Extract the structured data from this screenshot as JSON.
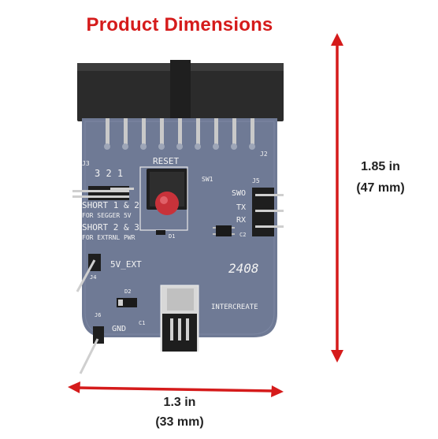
{
  "title": "Product Dimensions",
  "height": {
    "inches": "1.85 in",
    "mm": "(47 mm)"
  },
  "width": {
    "inches": "1.3 in",
    "mm": "(33 mm)"
  },
  "pcb": {
    "reset": "RESET",
    "sw1": "SW1",
    "j3": "J3",
    "j3_pins": "3 2 1",
    "short12": "SHORT 1 & 2",
    "for_segger": "FOR SEGGER 5V",
    "short23": "SHORT 2 & 3",
    "for_ext": "FOR EXTRNL PWR",
    "d1": "D1",
    "j2": "J2",
    "j5": "J5",
    "swo": "SWO",
    "tx": "TX",
    "rx": "RX",
    "c2": "C2",
    "v5ext": "5V_EXT",
    "j4": "J4",
    "rev": "2408",
    "d2": "D2",
    "c1": "C1",
    "j6": "J6",
    "gnd": "GND",
    "brand": "INTERCREATE"
  },
  "colors": {
    "accent": "#d51b1b",
    "board": "#6f7a95",
    "connector": "#2a2a2a"
  }
}
